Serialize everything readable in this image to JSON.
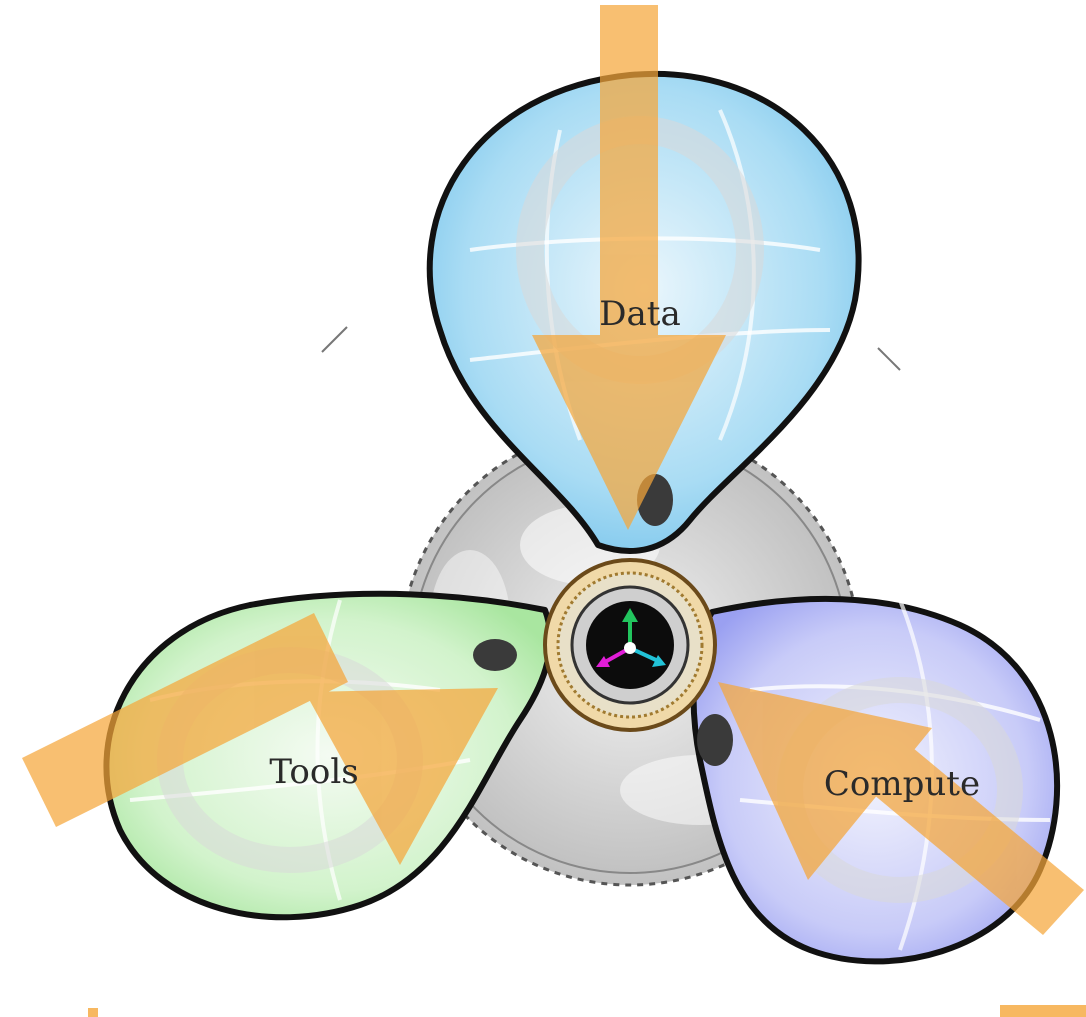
{
  "labels": {
    "data": "Data",
    "tools": "Tools",
    "compute": "Compute"
  },
  "colors": {
    "data_blade": "#9fd6f2",
    "tools_blade": "#c9f1c4",
    "compute_blade": "#bfc3f7",
    "gear": "#d2d2d2",
    "arrow": "#f5a63a",
    "outline": "#111111",
    "hub_ring": "#e8c98a"
  },
  "icons": {
    "hub": "three-arrow-hub-icon",
    "arrows": "input-arrow-icon"
  }
}
